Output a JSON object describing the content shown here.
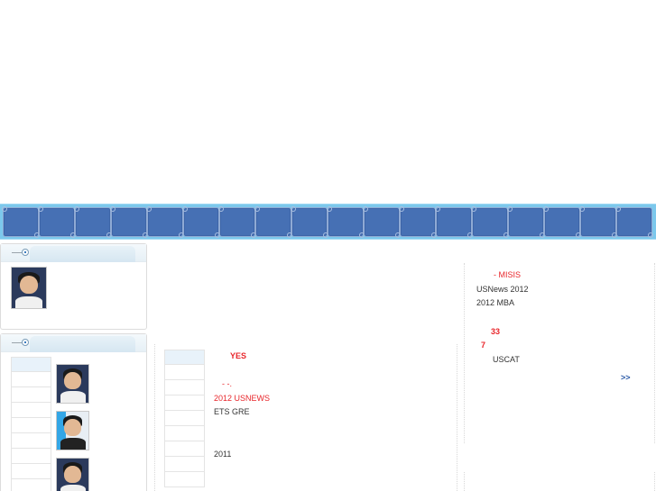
{
  "colors": {
    "nav_bg": "#7cc8ec",
    "nav_cell": "#4670b4",
    "accent_red": "#e8262b",
    "link_blue": "#2d5ca8",
    "text": "#333333"
  },
  "navbar": {
    "item_count": 18
  },
  "left_sidebar": {
    "panel1": {
      "icon": "knob-icon",
      "photo": "teacher-photo-female"
    },
    "panel2": {
      "icon": "knob-icon",
      "list_rows": 9,
      "photos": [
        "teacher-photo-male",
        "teacher-photo-female",
        "teacher-photo-female"
      ]
    }
  },
  "middle": {
    "list_rows": 9,
    "lines": [
      {
        "text": "YES",
        "style": "red-b"
      },
      {
        "text": "-   -.",
        "style": "red"
      },
      {
        "text": "2012 USNEWS",
        "style": "red"
      },
      {
        "text": "ETS            GRE",
        "style": "dark"
      },
      {
        "text": "2011",
        "style": "dark"
      }
    ]
  },
  "right": {
    "lines": [
      {
        "text": "-  MISIS",
        "style": "red"
      },
      {
        "text": "USNews 2012",
        "style": "dark"
      },
      {
        "text": "2012     MBA",
        "style": "dark"
      },
      {
        "text": "33",
        "style": "red-b"
      },
      {
        "text": "7",
        "style": "red-b"
      },
      {
        "text": "USCAT",
        "style": "dark"
      }
    ],
    "more_link": ">>"
  }
}
